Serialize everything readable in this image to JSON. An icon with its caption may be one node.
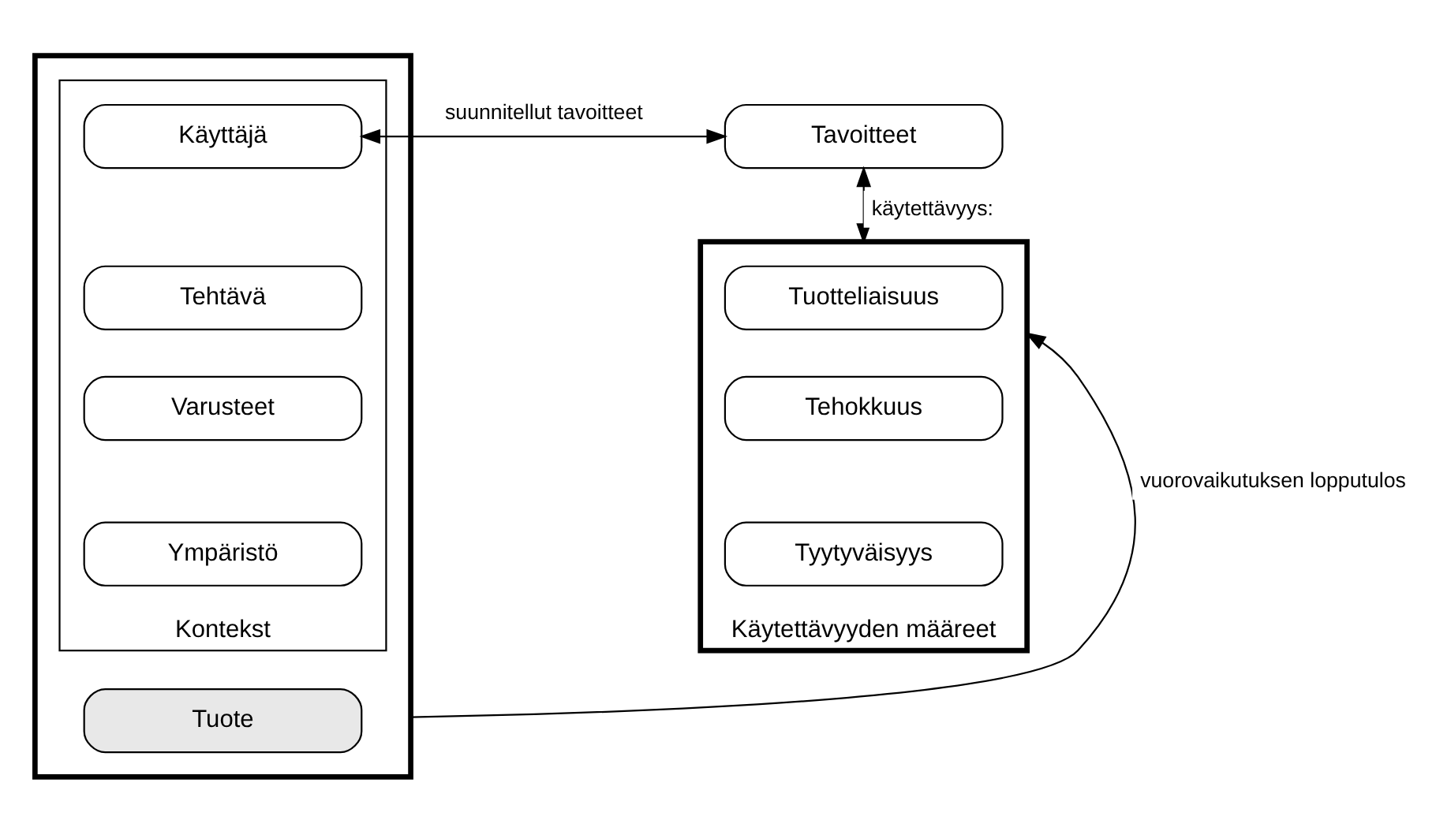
{
  "diagram": {
    "nodes": [
      {
        "text": [],
        "shape": "box"
      },
      {
        "text": [
          "Kontekst"
        ],
        "in": 0
      },
      {
        "text": [
          "Käyttäjä"
        ],
        "in": 1
      },
      {
        "text": [
          "Tehtävä"
        ],
        "in": 1
      },
      {
        "text": [
          "Varusteet"
        ],
        "in": 1
      },
      {
        "text": [
          "Ympäristö"
        ],
        "in": 1
      },
      {
        "text": [
          "Tuote"
        ],
        "in": 0
      },
      {
        "text": [
          "Tavoitteet"
        ]
      },
      {
        "text": [
          "Käytettävyyden määreet"
        ]
      },
      {
        "text": [
          "Tuotteliaisuus"
        ],
        "in": 8
      },
      {
        "text": [
          "Tehokkuus"
        ],
        "in": 8
      },
      {
        "text": [
          "Tyytyväisyys"
        ],
        "in": 8
      }
    ],
    "edges": [
      {
        "from": 7,
        "to": 2,
        "arrow": "both",
        "label": "suunnitellut tavoitteet"
      },
      {
        "from": 7,
        "to": 8,
        "arrow": "both",
        "label": "käytettävyys:"
      },
      {
        "from": 0,
        "to": 8,
        "arrow": "to",
        "label": "vuorovaikutuksen lopputulos"
      }
    ]
  }
}
